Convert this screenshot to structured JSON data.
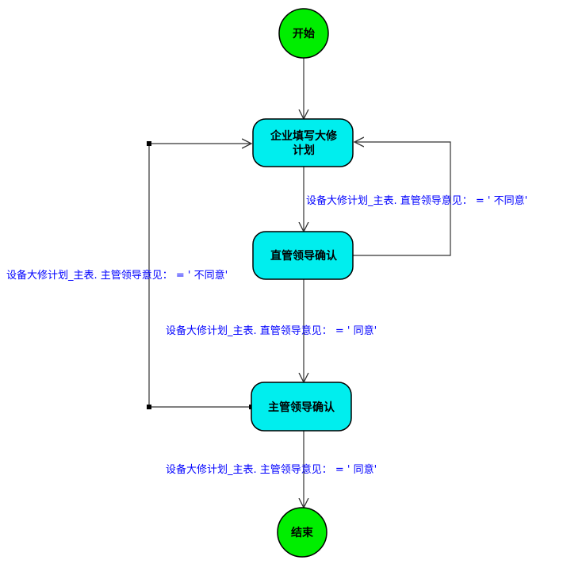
{
  "colors": {
    "terminal_fill": "#00ee00",
    "task_fill": "#00eeee",
    "outline": "#000000",
    "edge_line": "#333333",
    "label_text": "#0000ff",
    "background": "#ffffff"
  },
  "nodes": {
    "start": {
      "label": "开始"
    },
    "fill_plan": {
      "line1": "企业填写大修",
      "line2": "计划"
    },
    "direct_confirm": {
      "label": "直管领导确认"
    },
    "main_confirm": {
      "label": "主管领导确认"
    },
    "end": {
      "label": "结束"
    }
  },
  "edge_labels": {
    "direct_reject": "设备大修计划_主表. 直管领导意见：  = ' 不同意'",
    "main_reject": "设备大修计划_主表. 主管领导意见：  = ' 不同意'",
    "direct_approve": "设备大修计划_主表. 直管领导意见：  = ' 同意'",
    "main_approve": "设备大修计划_主表. 主管领导意见：  = ' 同意'"
  }
}
